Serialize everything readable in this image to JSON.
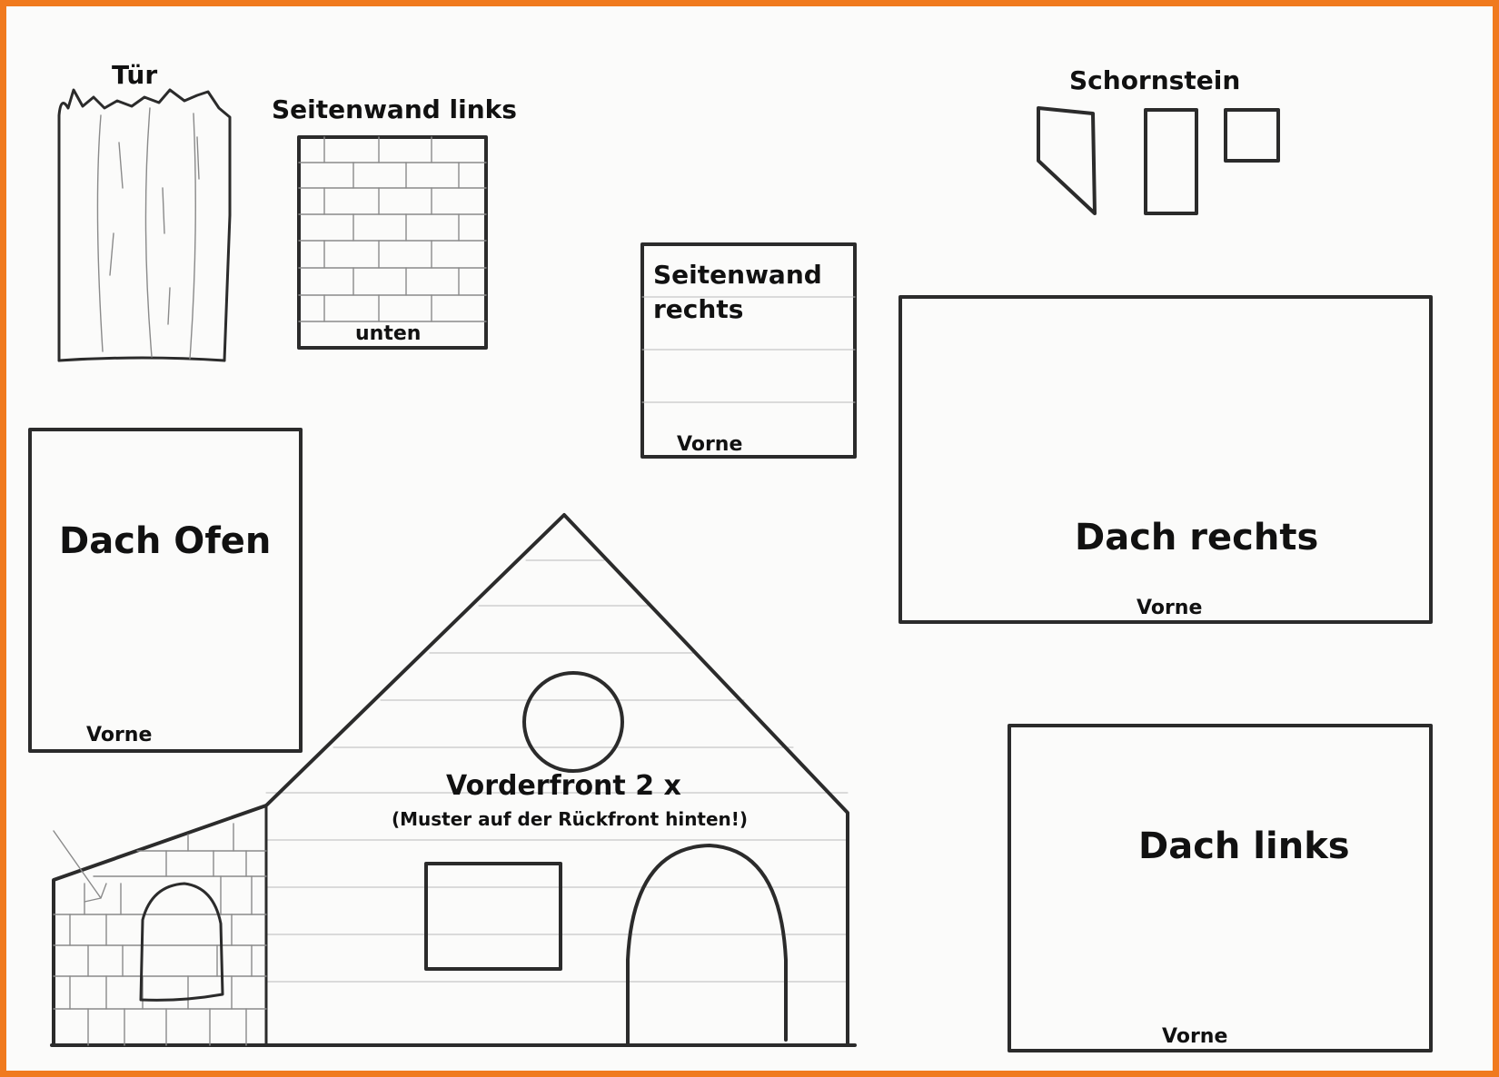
{
  "colors": {
    "frame": "#f07a1e",
    "ink": "#2b2b2b",
    "paper": "#fbfbfa"
  },
  "labels": {
    "tuer": "Tür",
    "seitenwand_links": "Seitenwand links",
    "seitenwand_links_bottom": "unten",
    "seitenwand_rechts_line1": "Seitenwand",
    "seitenwand_rechts_line2": "rechts",
    "seitenwand_rechts_bottom": "Vorne",
    "schornstein": "Schornstein",
    "dach_ofen": "Dach Ofen",
    "dach_ofen_bottom": "Vorne",
    "dach_rechts": "Dach rechts",
    "dach_rechts_bottom": "Vorne",
    "dach_links": "Dach links",
    "dach_links_bottom": "Vorne",
    "vorderfront": "Vorderfront 2 x",
    "vorderfront_note": "(Muster auf der Rückfront hinten!)"
  }
}
